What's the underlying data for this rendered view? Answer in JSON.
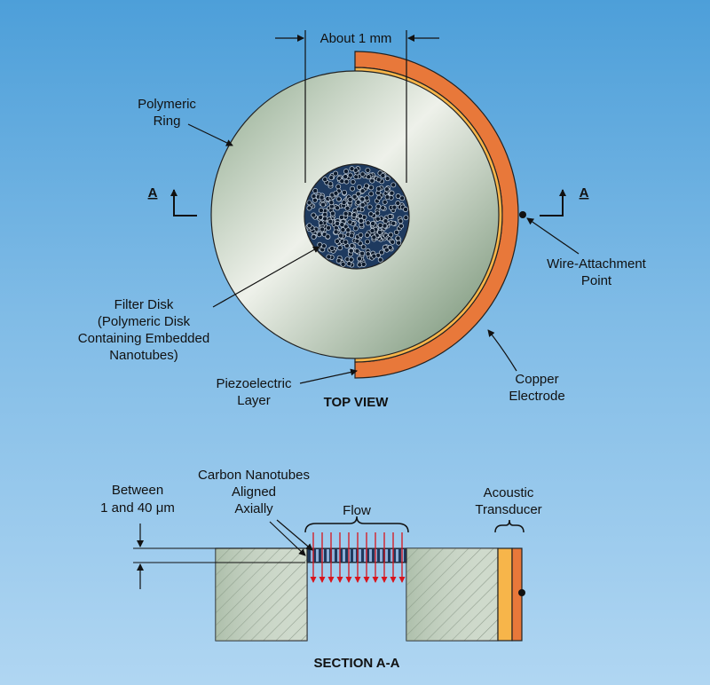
{
  "top_view": {
    "dimension": "About 1 mm",
    "polymeric_ring": [
      "Polymeric",
      "Ring"
    ],
    "section_marker": "A",
    "filter_disk": [
      "Filter Disk",
      "(Polymeric Disk",
      "Containing Embedded",
      "Nanotubes)"
    ],
    "piezo_layer": [
      "Piezoelectric",
      "Layer"
    ],
    "title": "TOP VIEW",
    "wire_point": [
      "Wire-Attachment",
      "Point"
    ],
    "copper_electrode": [
      "Copper",
      "Electrode"
    ]
  },
  "section": {
    "between": [
      "Between",
      "1 and 40 μm"
    ],
    "nanotubes": [
      "Carbon Nanotubes",
      "Aligned",
      "Axially"
    ],
    "flow": "Flow",
    "transducer": [
      "Acoustic",
      "Transducer"
    ],
    "title": "SECTION A-A"
  },
  "colors": {
    "copper": "#e8783a",
    "piezo": "#f7b54a",
    "ring": "#b9cdb8",
    "flow_arrows": "#d8141c"
  }
}
